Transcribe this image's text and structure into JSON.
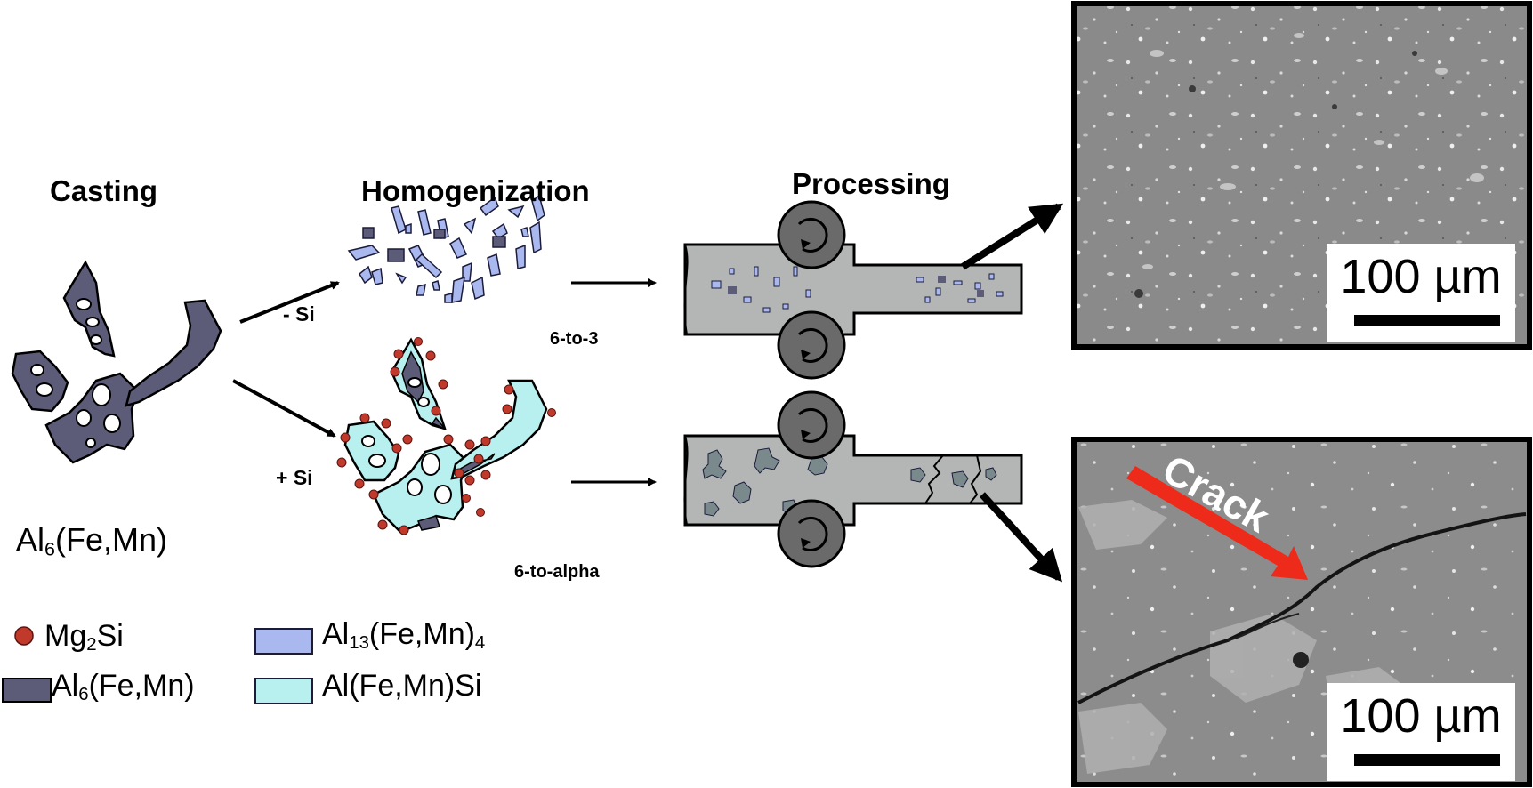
{
  "stages": {
    "casting": "Casting",
    "homogenization": "Homogenization",
    "processing": "Processing"
  },
  "branches": {
    "minus_si": "- Si",
    "plus_si": "+ Si",
    "transform_top": "6-to-3",
    "transform_bottom": "6-to-alpha"
  },
  "casting_phase": {
    "base": "Al",
    "sub": "6",
    "rest": "(Fe,Mn)"
  },
  "legend": [
    {
      "key": "mg2si",
      "base": "Mg",
      "sub": "2",
      "rest": "Si",
      "color": "#c0392b"
    },
    {
      "key": "al6",
      "base": "Al",
      "sub": "6",
      "rest": "(Fe,Mn)",
      "color": "#5c5c78"
    },
    {
      "key": "al13",
      "base": "Al",
      "sub": "13",
      "rest": "(Fe,Mn)",
      "sub2": "4",
      "color": "#aab8f0"
    },
    {
      "key": "alfemnsi",
      "base": "Al(Fe,Mn)Si",
      "color": "#b8f0f0"
    }
  ],
  "micrographs": {
    "top_scale": "100 µm",
    "bottom_scale": "100 µm",
    "crack_label": "Crack",
    "crack_arrow_color": "#ee2a1a"
  },
  "colors": {
    "al6": "#5c5c78",
    "al13": "#aab8f0",
    "alpha": "#b8f0f0",
    "mg2si": "#c0392b",
    "slab": "#b4b6b6",
    "roll": "#6a6a6a",
    "sem": "#8a8a8a"
  }
}
